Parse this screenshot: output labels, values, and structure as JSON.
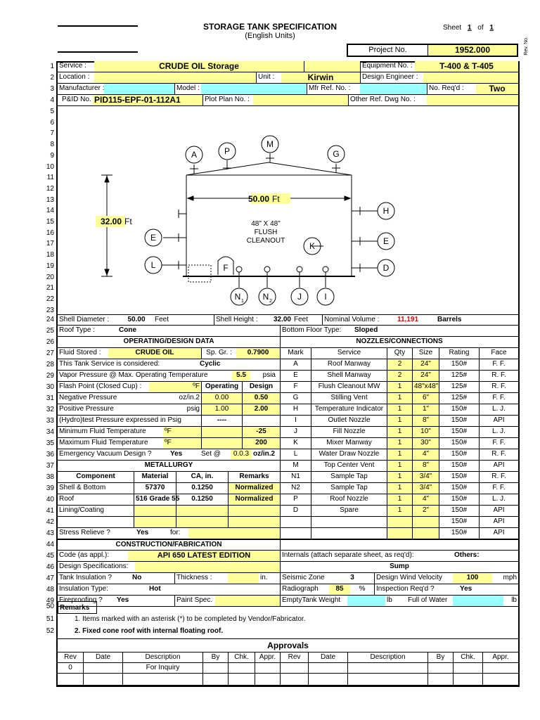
{
  "header": {
    "title": "STORAGE TANK SPECIFICATION",
    "subtitle": "(English Units)",
    "sheet_label": "Sheet",
    "sheet_num": "1",
    "sheet_of": "of",
    "sheet_total": "1",
    "project_label": "Project No.",
    "project_no": "1952.000",
    "rev_no_label": "Rev. No."
  },
  "rows": {
    "r1": {
      "service_label": "Service :",
      "service": "CRUDE OIL Storage",
      "equip_label": "Equipment No. :",
      "equip": "T-400 & T-405"
    },
    "r2": {
      "location_label": "Location :",
      "unit_label": "Unit :",
      "unit": "Kirwin",
      "engineer_label": "Design Engineer :"
    },
    "r3": {
      "mfr_label": "Manufacturer :",
      "model_label": "Model :",
      "mfr_ref_label": "Mfr Ref. No. :",
      "no_reqd_label": "No. Req'd :",
      "no_reqd": "Two"
    },
    "r4": {
      "pid_label": "P&ID No.",
      "pid": "PID115-EPF-01-112A1",
      "plot_label": "Plot Plan No. :",
      "other_ref_label": "Other Ref. Dwg No. :"
    }
  },
  "drawing": {
    "width_value": "50.00",
    "width_unit": "Ft",
    "height_value": "32.00",
    "height_unit": "Ft",
    "cleanout_line1": "48\" X 48\"",
    "cleanout_line2": "FLUSH",
    "cleanout_line3": "CLEANOUT",
    "marks": {
      "A": "A",
      "P": "P",
      "M": "M",
      "G": "G",
      "H": "H",
      "E1": "E",
      "E2": "E",
      "K": "K",
      "L": "L",
      "F": "F",
      "D": "D",
      "N1": "N",
      "N2": "N",
      "J": "J",
      "I": "I",
      "n1sub": "1",
      "n2sub": "2"
    }
  },
  "row24": {
    "shell_dia_label": "Shell Diameter :",
    "shell_dia": "50.00",
    "shell_dia_unit": "Feet",
    "shell_h_label": "Shell Height :",
    "shell_h": "32.00",
    "shell_h_unit": "Feet",
    "nom_vol_label": "Nominal Volume :",
    "nom_vol": "11,191",
    "nom_vol_unit": "Barrels"
  },
  "row25": {
    "roof_label": "Roof Type :",
    "roof": "Cone",
    "bottom_label": "Bottom Floor Type:",
    "bottom": "Sloped"
  },
  "row26": {
    "left": "OPERATING/DESIGN DATA",
    "right": "NOZZLES/CONNECTIONS"
  },
  "operating": {
    "fluid_label": "Fluid Stored :",
    "fluid": "CRUDE OIL",
    "spgr_label": "Sp. Gr. :",
    "spgr": "0.7900",
    "service_label": "This Tank Service is considered:",
    "service": "Cyclic",
    "vapor_label": "Vapor Pressure @ Max. Operating Temperature",
    "vapor": "5.5",
    "vapor_unit": "psia",
    "flash_label": "Flash Point (Closed Cup) :",
    "flash_unit": "ºF",
    "operating_hdr": "Operating",
    "design_hdr": "Design",
    "neg_label": "Negative Pressure",
    "neg_unit": "oz/in.2",
    "neg_op": "0.00",
    "neg_des": "0.50",
    "pos_label": "Positive Pressure",
    "pos_unit": "psig",
    "pos_op": "1.00",
    "pos_des": "2.00",
    "hydro_label": "(Hydro)test Pressure expressed in Psig",
    "hydro": "----",
    "min_label": "Minimum Fluid Temperature",
    "min_unit": "ºF",
    "min_des": "-25",
    "max_label": "Maximum Fluid Temperature",
    "max_unit": "ºF",
    "max_des": "200",
    "vac_label": "Emergency Vacuum Design ?",
    "vac": "Yes",
    "set_label": "Set @",
    "set_val": "0.0.3",
    "set_unit": "oz/in.2"
  },
  "metallurgy": {
    "title": "METALLURGY",
    "headers": [
      "Component",
      "Material",
      "CA, in.",
      "Remarks"
    ],
    "rows": [
      [
        "Shell & Bottom",
        "57370",
        "0.1250",
        "Normalized"
      ],
      [
        "Roof",
        "516 Grade 55",
        "0.1250",
        "Normalized"
      ],
      [
        "Lining/Coating",
        "",
        "",
        ""
      ],
      [
        "",
        "",
        "",
        ""
      ]
    ],
    "stress_label": "Stress Relieve ?",
    "stress": "Yes",
    "for_label": "for:"
  },
  "nozzles": {
    "headers": [
      "Mark",
      "Service",
      "Qty",
      "Size",
      "Rating",
      "Face"
    ],
    "rows": [
      [
        "A",
        "Roof Manway",
        "2",
        "24\"",
        "150#",
        "F. F."
      ],
      [
        "E",
        "Shell Manway",
        "2",
        "24\"",
        "125#",
        "R. F."
      ],
      [
        "F",
        "Flush Cleanout MW",
        "1",
        "48\"x48\"",
        "125#",
        "R. F."
      ],
      [
        "G",
        "Stilling Vent",
        "1",
        "6\"",
        "125#",
        "F. F."
      ],
      [
        "H",
        "Temperature Indicator",
        "1",
        "1\"",
        "150#",
        "L. J."
      ],
      [
        "I",
        "Outlet Nozzle",
        "1",
        "8\"",
        "150#",
        "API"
      ],
      [
        "J",
        "Fill Nozzle",
        "1",
        "10\"",
        "150#",
        "L. J."
      ],
      [
        "K",
        "Mixer Manway",
        "1",
        "30\"",
        "150#",
        "F. F."
      ],
      [
        "L",
        "Water Draw Nozzle",
        "1",
        "4\"",
        "150#",
        "R. F."
      ],
      [
        "M",
        "Top Center Vent",
        "1",
        "8\"",
        "150#",
        "API"
      ],
      [
        "N1",
        "Sample Tap",
        "1",
        "3/4\"",
        "150#",
        "R. F."
      ],
      [
        "N2",
        "Sample Tap",
        "1",
        "3/4\"",
        "150#",
        "F. F."
      ],
      [
        "P",
        "Roof Nozzle",
        "1",
        "4\"",
        "150#",
        "L. J."
      ],
      [
        "D",
        "Spare",
        "1",
        "2\"",
        "150#",
        "API"
      ],
      [
        "",
        "",
        "",
        "",
        "150#",
        "API"
      ],
      [
        "",
        "",
        "",
        "",
        "150#",
        "API"
      ]
    ]
  },
  "construction": {
    "title": "CONSTRUCTION/FABRICATION",
    "code_label": "Code (as appl.):",
    "code": "API 650 LATEST EDITION",
    "internals_label": "Internals (attach separate sheet, as req'd):",
    "internals_val": "Others:",
    "design_spec_label": "Design Specifications:",
    "sump": "Sump",
    "insul_label": "Tank Insulation ?",
    "insul": "No",
    "thick_label": "Thickness :",
    "thick_unit": "in.",
    "seismic_label": "Seismic Zone",
    "seismic": "3",
    "wind_label": "Design Wind Velocity",
    "wind": "100",
    "wind_unit": "mph",
    "insul_type_label": "Insulation Type:",
    "insul_type": "Hot",
    "radio_label": "Radiograph",
    "radio": "85",
    "radio_unit": "%",
    "insp_label": "Inspection Req'd ?",
    "insp": "Yes",
    "fire_label": "Fireproofing ?",
    "fire": "Yes",
    "paint_label": "Paint Spec.",
    "empty_label": "EmptyTank Weight",
    "empty_unit": "lb",
    "full_label": "Full of Water",
    "full_unit": "lb"
  },
  "remarks": {
    "title": "Remarks",
    "line1": "1.  Items marked with an asterisk (*) to be completed by Vendor/Fabricator.",
    "line2": "2. Fixed cone roof with internal floating roof."
  },
  "approvals": {
    "title": "Approvals",
    "headers": [
      "Rev",
      "Date",
      "Description",
      "By",
      "Chk.",
      "Appr.",
      "Rev",
      "Date",
      "Description",
      "By",
      "Chk.",
      "Appr."
    ],
    "row1": [
      "0",
      "",
      "For Inquiry",
      "",
      "",
      "",
      "",
      "",
      "",
      "",
      "",
      ""
    ]
  },
  "row_numbers": [
    "1",
    "2",
    "3",
    "4",
    "5",
    "6",
    "7",
    "8",
    "9",
    "10",
    "11",
    "12",
    "13",
    "14",
    "15",
    "16",
    "17",
    "18",
    "19",
    "20",
    "21",
    "22",
    "23",
    "24",
    "25",
    "26",
    "27",
    "28",
    "29",
    "30",
    "31",
    "32",
    "33",
    "34",
    "35",
    "36",
    "37",
    "38",
    "39",
    "40",
    "41",
    "42",
    "43",
    "44",
    "45",
    "46",
    "47",
    "48",
    "49",
    "50",
    "51",
    "52"
  ],
  "colors": {
    "yellow": "#ffff99",
    "cyan": "#99ffff",
    "red": "#e00000"
  }
}
